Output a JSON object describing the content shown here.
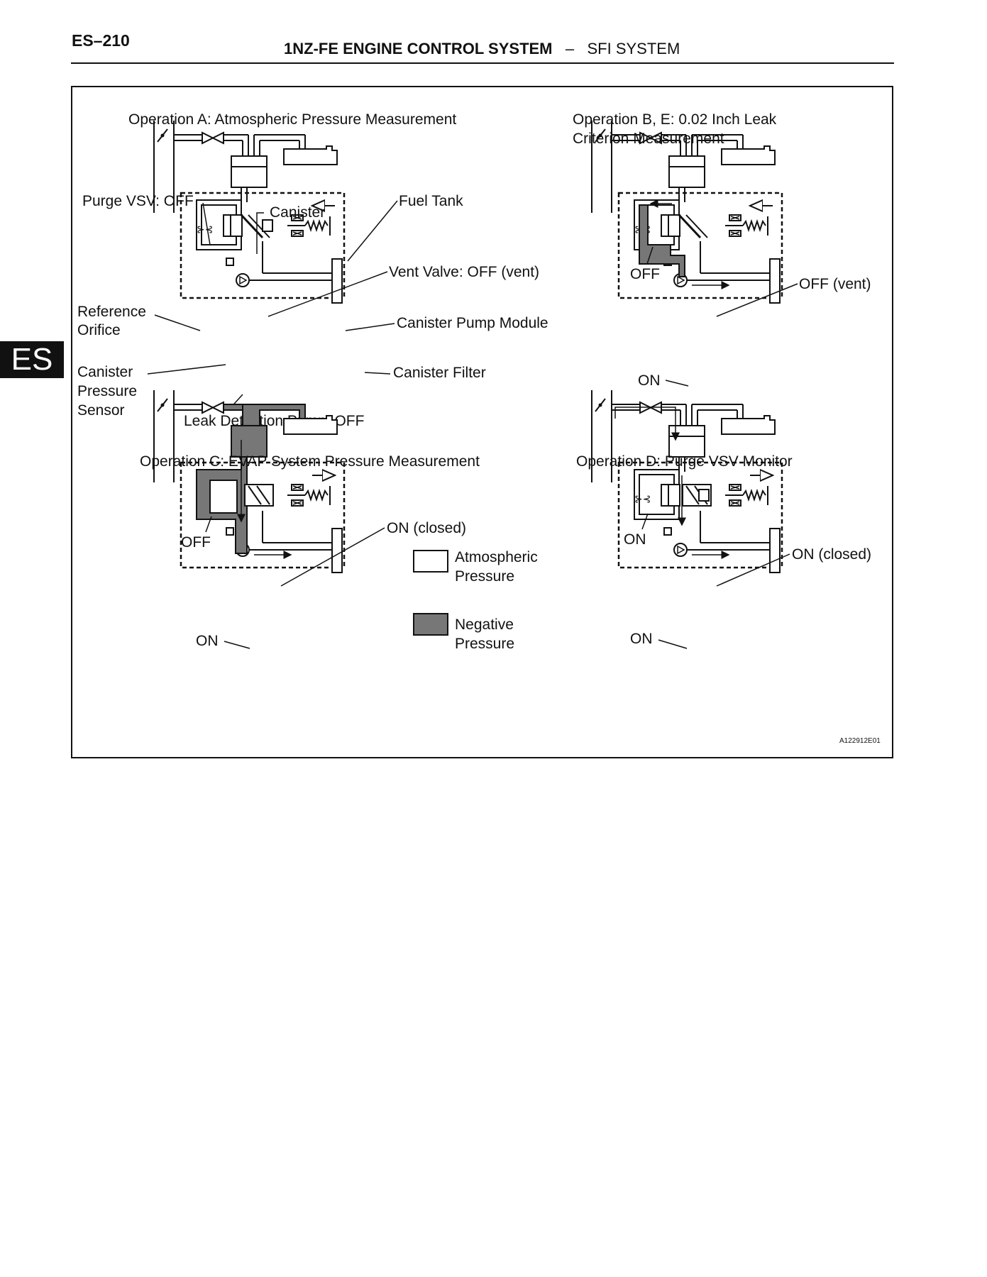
{
  "header": {
    "page_number": "ES–210",
    "title_bold": "1NZ-FE ENGINE CONTROL SYSTEM",
    "title_sep": "–",
    "title_rest": "SFI SYSTEM"
  },
  "side_tab": "ES",
  "panels": {
    "a": {
      "title": "Operation A: Atmospheric Pressure Measurement",
      "labels": {
        "purge_vsv": "Purge VSV: OFF",
        "canister": "Canister",
        "fuel_tank": "Fuel Tank",
        "vent_valve": "Vent Valve: OFF (vent)",
        "reference_orifice_1": "Reference",
        "reference_orifice_2": "Orifice",
        "pump_module": "Canister Pump Module",
        "canister_pressure_1": "Canister",
        "canister_pressure_2": "Pressure",
        "canister_pressure_3": "Sensor",
        "canister_filter": "Canister Filter",
        "leak_pump": "Leak Detection Pump: OFF"
      }
    },
    "b": {
      "title_line1": "Operation B, E: 0.02 Inch Leak",
      "title_line2": "Criterion Measurement",
      "labels": {
        "vsv": "OFF",
        "vent": "OFF (vent)",
        "pump": "ON"
      }
    },
    "c": {
      "title": "Operation C: EVAP System Pressure Measurement",
      "labels": {
        "vsv": "OFF",
        "vent": "ON (closed)",
        "pump": "ON"
      }
    },
    "d": {
      "title": "Operation D: Purge VSV Monitor",
      "labels": {
        "vsv": "ON",
        "vent": "ON (closed)",
        "pump": "ON"
      }
    }
  },
  "legend": {
    "atmospheric_1": "Atmospheric",
    "atmospheric_2": "Pressure",
    "negative_1": "Negative",
    "negative_2": "Pressure",
    "colors": {
      "atmospheric": "#ffffff",
      "negative": "#777777"
    }
  },
  "figure_code": "A122912E01"
}
